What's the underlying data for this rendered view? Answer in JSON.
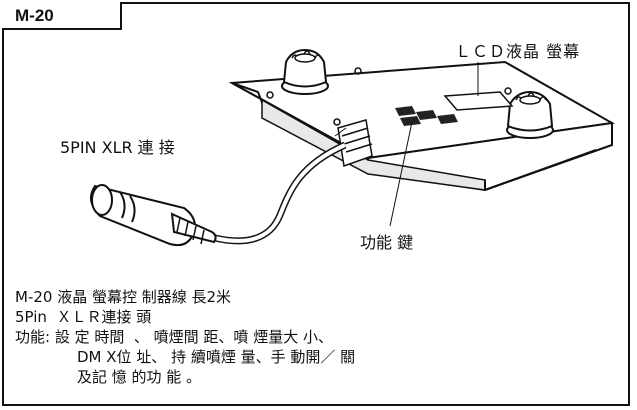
{
  "model_tag": "M-20",
  "callouts": {
    "lcd": "ＬＣＤ液晶 螢幕",
    "xlr": "5PIN XLR 連 接",
    "keys": "功能 鍵"
  },
  "description": {
    "line1": "M-20 液晶 螢幕控 制器線 長2米",
    "line2": "5Pin  ＸＬＲ連接 頭",
    "line3": "功能: 設 定 時間  、 噴煙間 距、噴 煙量大 小、",
    "line4": "DM X位 址、 持 續噴煙 量、手 動開／ 關",
    "line5": "及記 憶 的功 能 。"
  }
}
